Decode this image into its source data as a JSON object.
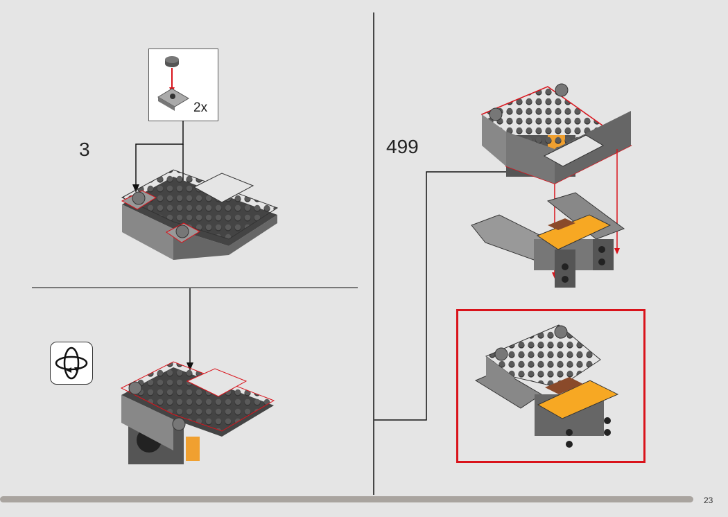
{
  "left_panel": {
    "step_number": "3",
    "callout": {
      "quantity": "2x"
    },
    "rotate_icon": "rotate-model-icon"
  },
  "right_panel": {
    "step_number": "499"
  },
  "footer": {
    "page_number": "23",
    "progress_fraction": 0.95
  },
  "colors": {
    "background": "#e5e5e5",
    "highlight_red": "#d9131b",
    "dark_gray": "#4f4f4f",
    "light_gray": "#9a9a9a",
    "orange": "#f7a823"
  }
}
